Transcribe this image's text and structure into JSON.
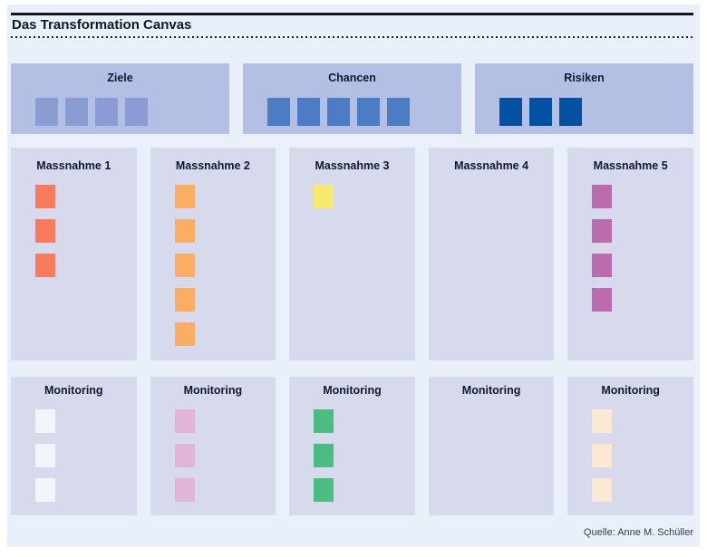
{
  "title": "Das Transformation Canvas",
  "source_credit": "Quelle: Anne M. Schüller",
  "colors": {
    "page_background": "#ffffff",
    "canvas_background": "#e9f0fa",
    "top_box_background": "#b4c0e3",
    "column_background": "#d7daed",
    "heading_text": "#0f1930",
    "title_text": "#101623",
    "rule": "#14171f"
  },
  "top_row": [
    {
      "id": "ziele-box",
      "label": "Ziele",
      "sticky_note_count": 4,
      "sticky_note_color": "#8a9cd3"
    },
    {
      "id": "chancen-box",
      "label": "Chancen",
      "sticky_note_count": 5,
      "sticky_note_color": "#4c7cc4"
    },
    {
      "id": "risiken-box",
      "label": "Risiken",
      "sticky_note_count": 3,
      "sticky_note_color": "#0450a2"
    }
  ],
  "massnahme_row": [
    {
      "id": "massnahme-1-column",
      "label": "Massnahme 1",
      "sticky_note_count": 3,
      "sticky_note_color": "#f87b5c"
    },
    {
      "id": "massnahme-2-column",
      "label": "Massnahme 2",
      "sticky_note_count": 5,
      "sticky_note_color": "#fbae63"
    },
    {
      "id": "massnahme-3-column",
      "label": "Massnahme 3",
      "sticky_note_count": 1,
      "sticky_note_color": "#f9e96a"
    },
    {
      "id": "massnahme-4-column",
      "label": "Massnahme 4",
      "sticky_note_count": 0,
      "sticky_note_color": null
    },
    {
      "id": "massnahme-5-column",
      "label": "Massnahme 5",
      "sticky_note_count": 4,
      "sticky_note_color": "#bb6cad"
    }
  ],
  "monitoring_row": [
    {
      "id": "monitoring-1-box",
      "label": "Monitoring",
      "sticky_note_count": 3,
      "sticky_note_color": "#f2f6fc"
    },
    {
      "id": "monitoring-2-box",
      "label": "Monitoring",
      "sticky_note_count": 3,
      "sticky_note_color": "#e1b5d8"
    },
    {
      "id": "monitoring-3-box",
      "label": "Monitoring",
      "sticky_note_count": 3,
      "sticky_note_color": "#4dbc81"
    },
    {
      "id": "monitoring-4-box",
      "label": "Monitoring",
      "sticky_note_count": 0,
      "sticky_note_color": null
    },
    {
      "id": "monitoring-5-box",
      "label": "Monitoring",
      "sticky_note_count": 3,
      "sticky_note_color": "#fce8d3"
    }
  ]
}
